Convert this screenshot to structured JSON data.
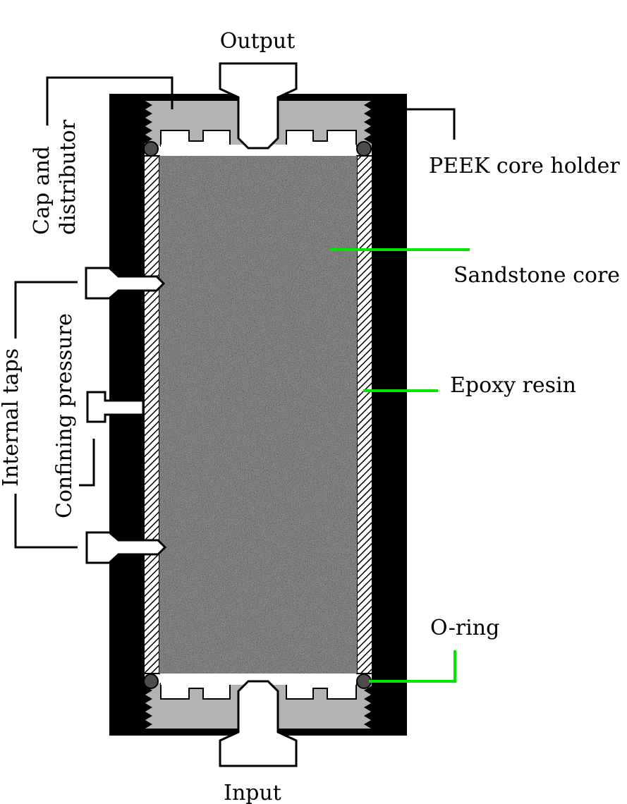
{
  "labels": {
    "output": "Output",
    "input": "Input",
    "peek_core_holder": "PEEK core holder",
    "sandstone_core": "Sandstone core",
    "epoxy_resin": "Epoxy resin",
    "o_ring": "O-ring",
    "cap_line1": "Cap and",
    "cap_line2": "distributor",
    "internal_taps": "Internal taps",
    "confining_pressure": "Confining pressure"
  },
  "colors": {
    "holder": "#000000",
    "cap": "#b3b3b3",
    "core": "#6e6e6e",
    "epoxy_hatch": "#000000",
    "leader_green": "#00e600",
    "leader_black": "#000000",
    "o_ring": "#4d4d4d"
  }
}
